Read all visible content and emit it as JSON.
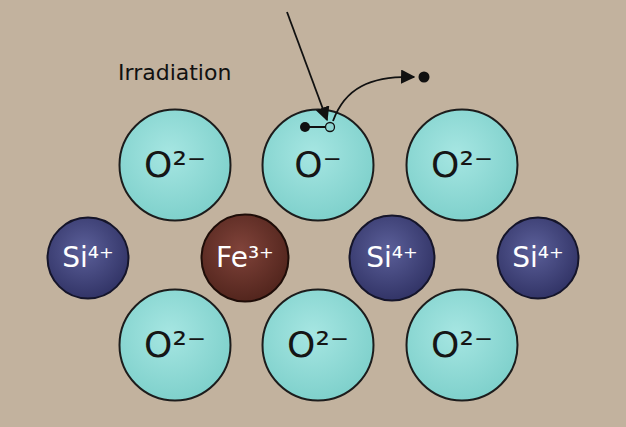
{
  "diagram": {
    "nodes": [
      {
        "text": [
          "O²⁻"
        ]
      },
      {
        "text": [
          "O⁻"
        ]
      },
      {
        "text": [
          "O²⁻"
        ]
      },
      {
        "text": [
          "Si⁴⁺"
        ]
      },
      {
        "text": [
          "Fe³⁺"
        ]
      },
      {
        "text": [
          "Si⁴⁺"
        ]
      },
      {
        "text": [
          "Si⁴⁺"
        ]
      },
      {
        "text": [
          "O²⁻"
        ]
      },
      {
        "text": [
          "O²⁻"
        ]
      },
      {
        "text": [
          "O²⁻"
        ]
      }
    ],
    "labels": [
      "Irradiation"
    ]
  }
}
